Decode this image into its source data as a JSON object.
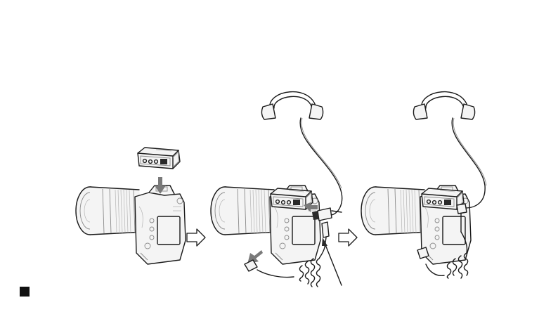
{
  "diagram": {
    "steps": [
      {
        "id": 1,
        "components": [
          "camera-lens-icon",
          "audio-adapter-icon",
          "mount-arrow-icon"
        ]
      },
      {
        "id": 2,
        "components": [
          "camera-lens-icon",
          "audio-adapter-icon",
          "headphones-icon",
          "coiled-cable-icon",
          "plug-icon"
        ]
      },
      {
        "id": 3,
        "components": [
          "camera-lens-icon",
          "audio-adapter-icon",
          "headphones-icon",
          "coiled-cable-icon"
        ]
      }
    ],
    "transition_arrows": 2,
    "callout_pointer": true,
    "colors": {
      "line": "#1a1a1a",
      "marker": "#111111",
      "grey_arrow": "#7a7a7a"
    }
  }
}
